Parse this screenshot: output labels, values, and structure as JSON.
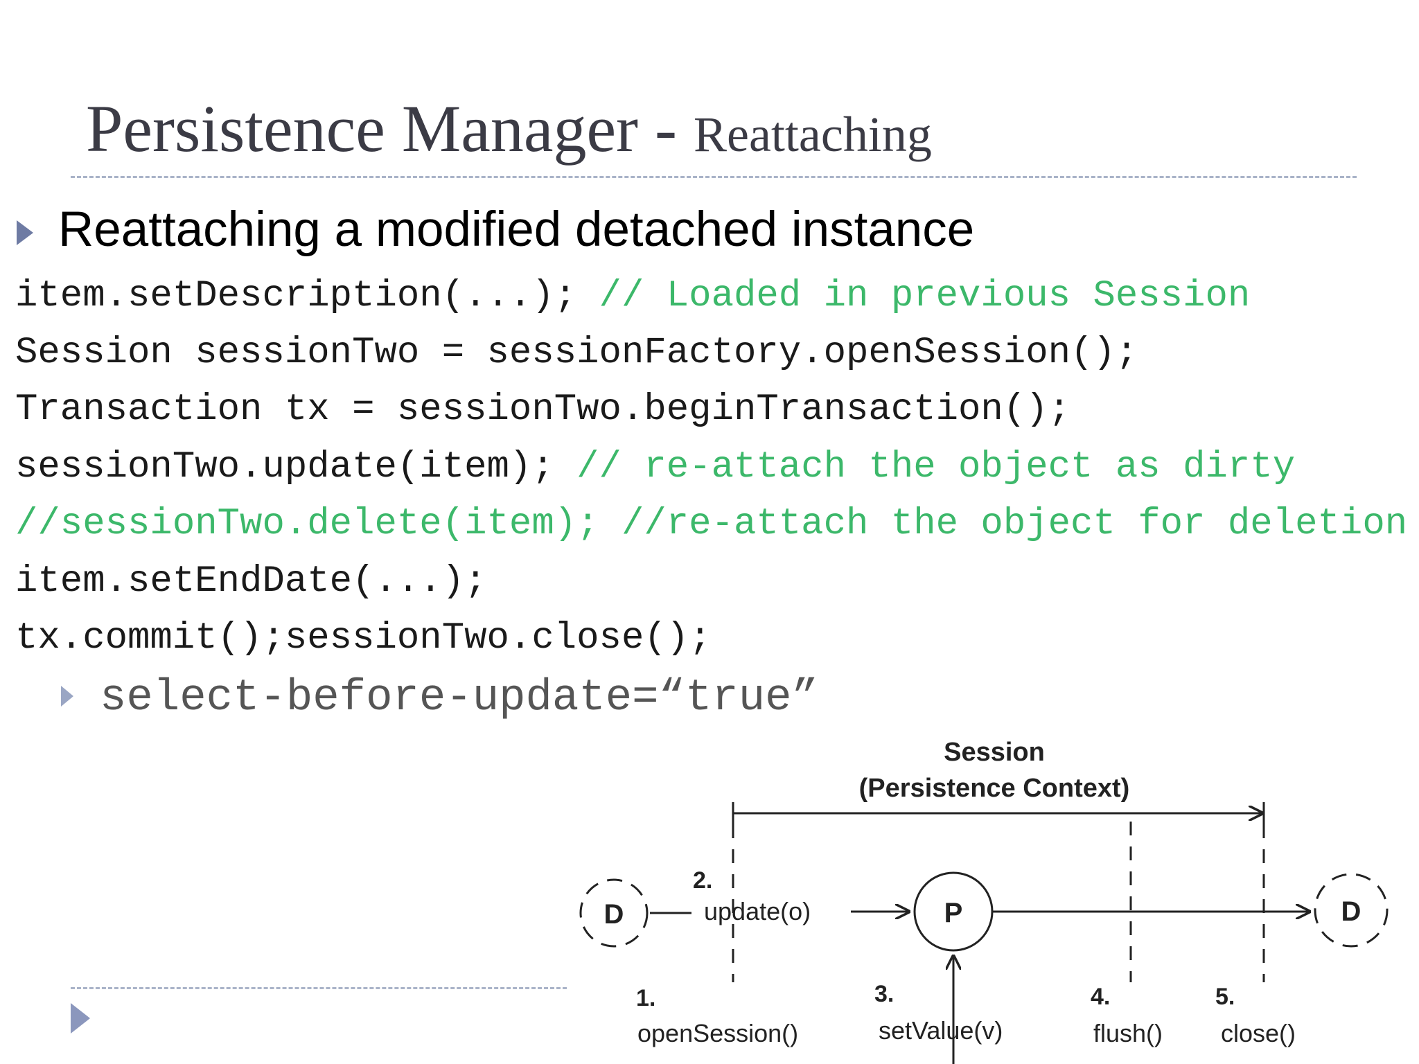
{
  "slide": {
    "title": "Persistence Manager",
    "title_separator": " - ",
    "title_sub": "Reattaching",
    "heading": "Reattaching a modified detached instance",
    "code_lines": [
      {
        "code": "item.setDescription(...); ",
        "comment": "// Loaded in previous Session"
      },
      {
        "code": "Session sessionTwo = sessionFactory.openSession();",
        "comment": ""
      },
      {
        "code": "Transaction tx = sessionTwo.beginTransaction();",
        "comment": ""
      },
      {
        "code": "sessionTwo.update(item); ",
        "comment": "// re-attach the object as dirty"
      },
      {
        "code": "",
        "comment": "//sessionTwo.delete(item); //re-attach the object for deletion"
      },
      {
        "code": "item.setEndDate(...);",
        "comment": ""
      },
      {
        "code": "tx.commit();sessionTwo.close();",
        "comment": ""
      }
    ],
    "sub_bullet": "select-before-update=“true”",
    "colors": {
      "title": "#3b3b45",
      "comment": "#3cb86a",
      "bullet": "#6e7ba3",
      "rule": "#a9b3c8"
    }
  },
  "diagram": {
    "session_label": "Session",
    "context_label": "(Persistence Context)",
    "state_detached": "D",
    "state_persistent": "P",
    "steps": [
      {
        "num": "1.",
        "label": "openSession()"
      },
      {
        "num": "2.",
        "label": "update(o)"
      },
      {
        "num": "3.",
        "label": "setValue(v)"
      },
      {
        "num": "4.",
        "label": "flush()"
      },
      {
        "num": "5.",
        "label": "close()"
      }
    ]
  }
}
